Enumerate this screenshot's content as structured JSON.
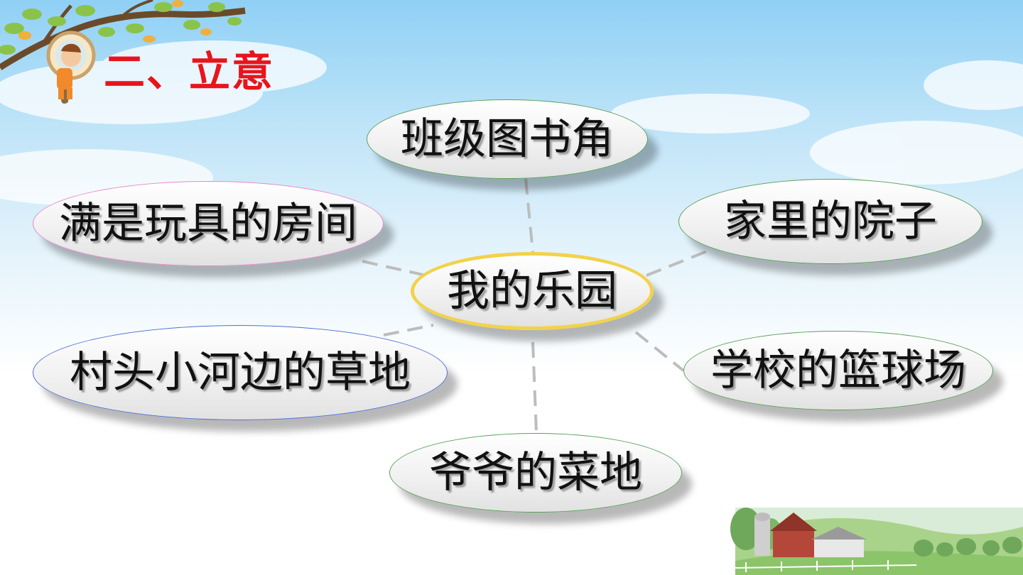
{
  "slide": {
    "title": "二、立意"
  },
  "diagram": {
    "center": {
      "label": "我的乐园",
      "border": "#f2d24a"
    },
    "nodes": [
      {
        "id": "class-book-corner",
        "label": "班级图书角",
        "border": "#5aa05a"
      },
      {
        "id": "toy-room",
        "label": "满是玩具的房间",
        "border": "#e889c8"
      },
      {
        "id": "home-yard",
        "label": "家里的院子",
        "border": "#5aa05a"
      },
      {
        "id": "riverside-grass",
        "label": "村头小河边的草地",
        "border": "#4d6fd6"
      },
      {
        "id": "school-court",
        "label": "学校的篮球场",
        "border": "#5aa05a"
      },
      {
        "id": "grandpa-garden",
        "label": "爷爷的菜地",
        "border": "#5aa05a"
      }
    ]
  },
  "colors": {
    "title": "#e8141c",
    "connector": "#bdbdbd"
  },
  "icons": {
    "tree": "tree-branch-icon",
    "kid": "kid-magnifier-icon",
    "farm": "farm-landscape-icon"
  }
}
